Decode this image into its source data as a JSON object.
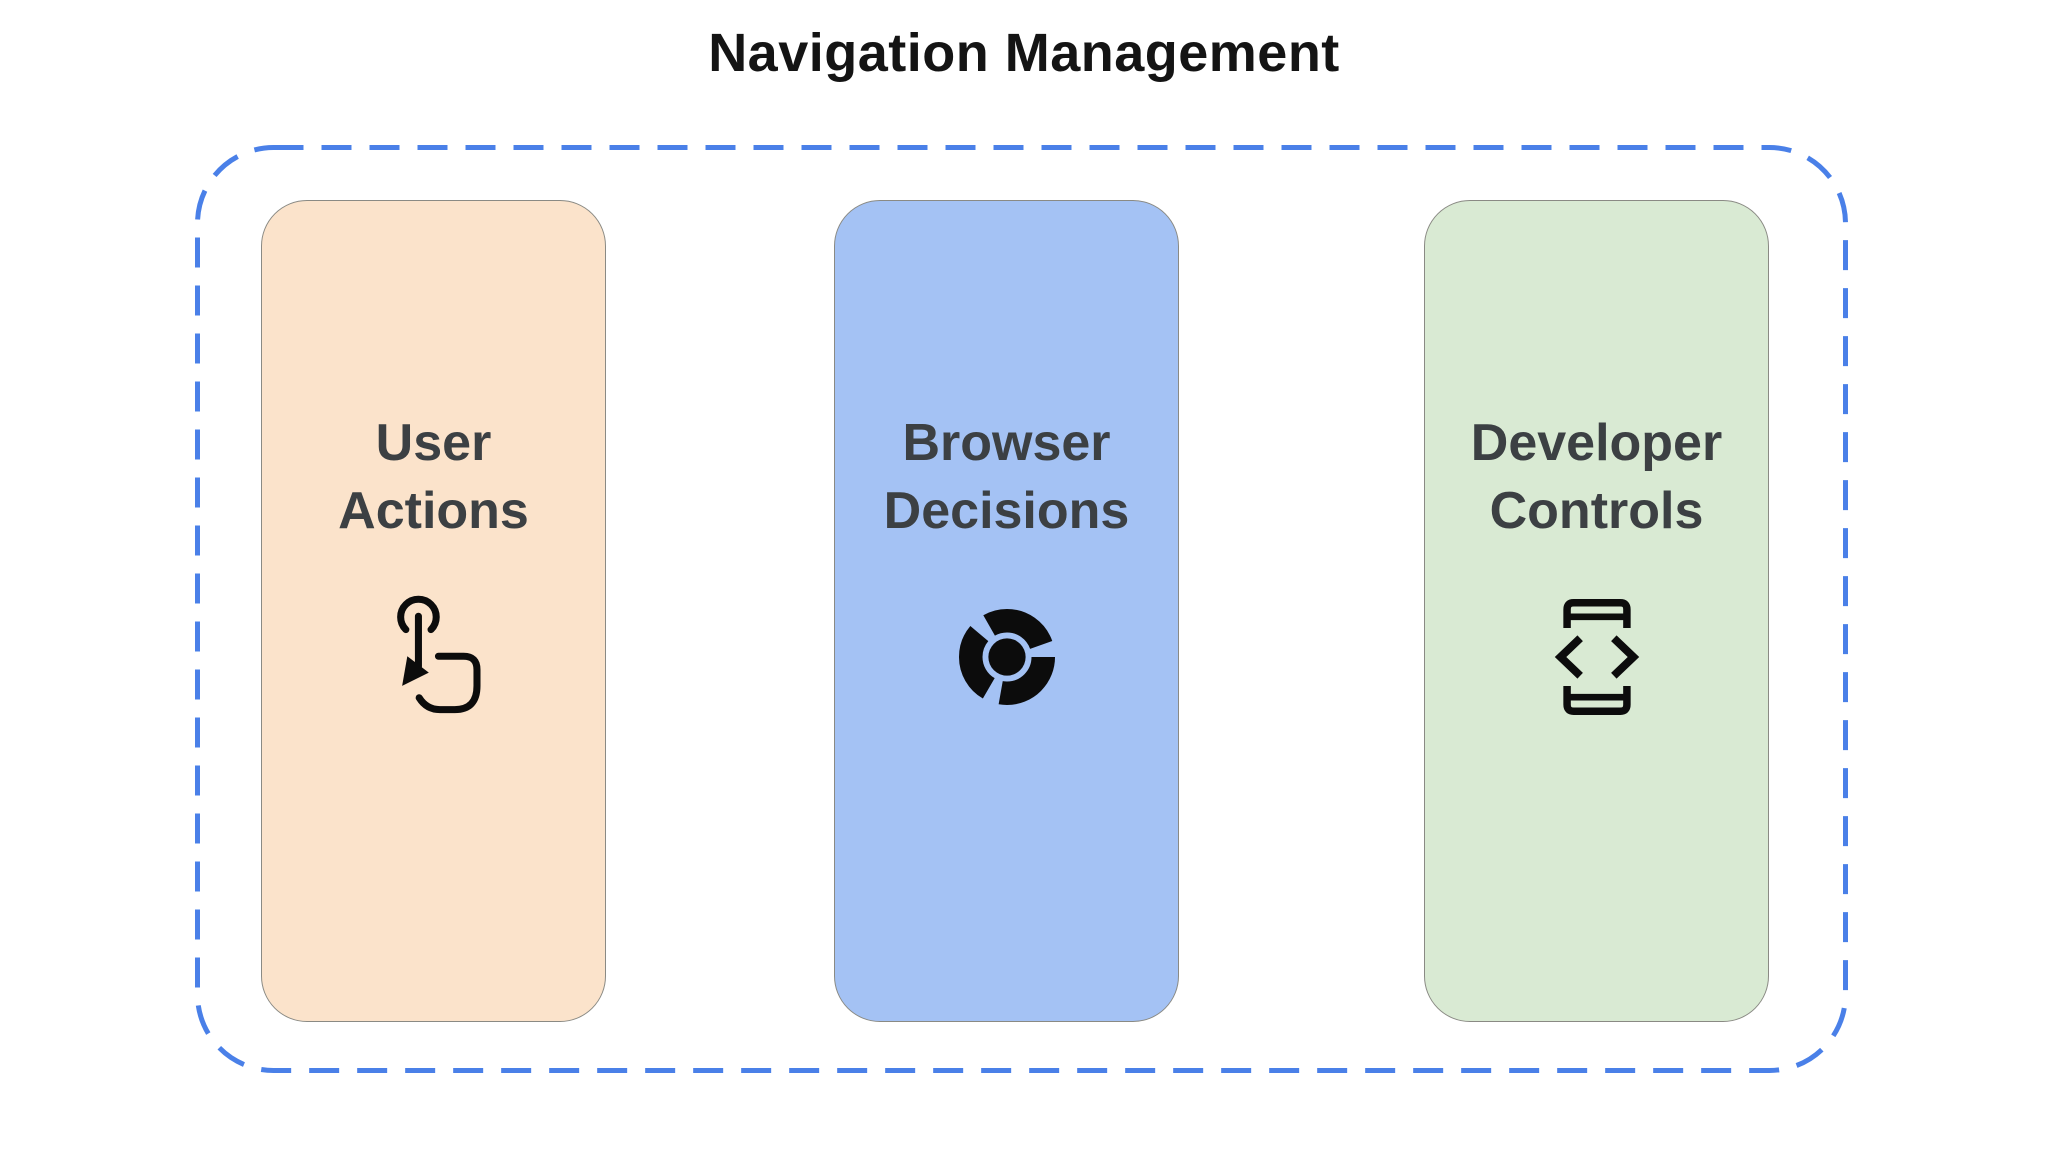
{
  "page": {
    "title": "Navigation Management",
    "background": "#FFFFFF"
  },
  "diagram": {
    "container": {
      "border_color": "#4A80E8",
      "border_style": "dashed",
      "shape": "rounded-rectangle"
    },
    "cards": [
      {
        "id": "user-actions",
        "label": "User Actions",
        "icon": "tap-gesture-icon",
        "bg": "#FBE3CB"
      },
      {
        "id": "browser-decisions",
        "label": "Browser Decisions",
        "icon": "chrome-browser-icon",
        "bg": "#A4C2F4"
      },
      {
        "id": "developer-controls",
        "label": "Developer Controls",
        "icon": "developer-mode-icon",
        "bg": "#D9EAD3"
      }
    ],
    "colors": {
      "title_text": "#141414",
      "label_text": "#3C4043",
      "icon": "#0C0C0C",
      "card_border": "#8A8A84"
    }
  }
}
